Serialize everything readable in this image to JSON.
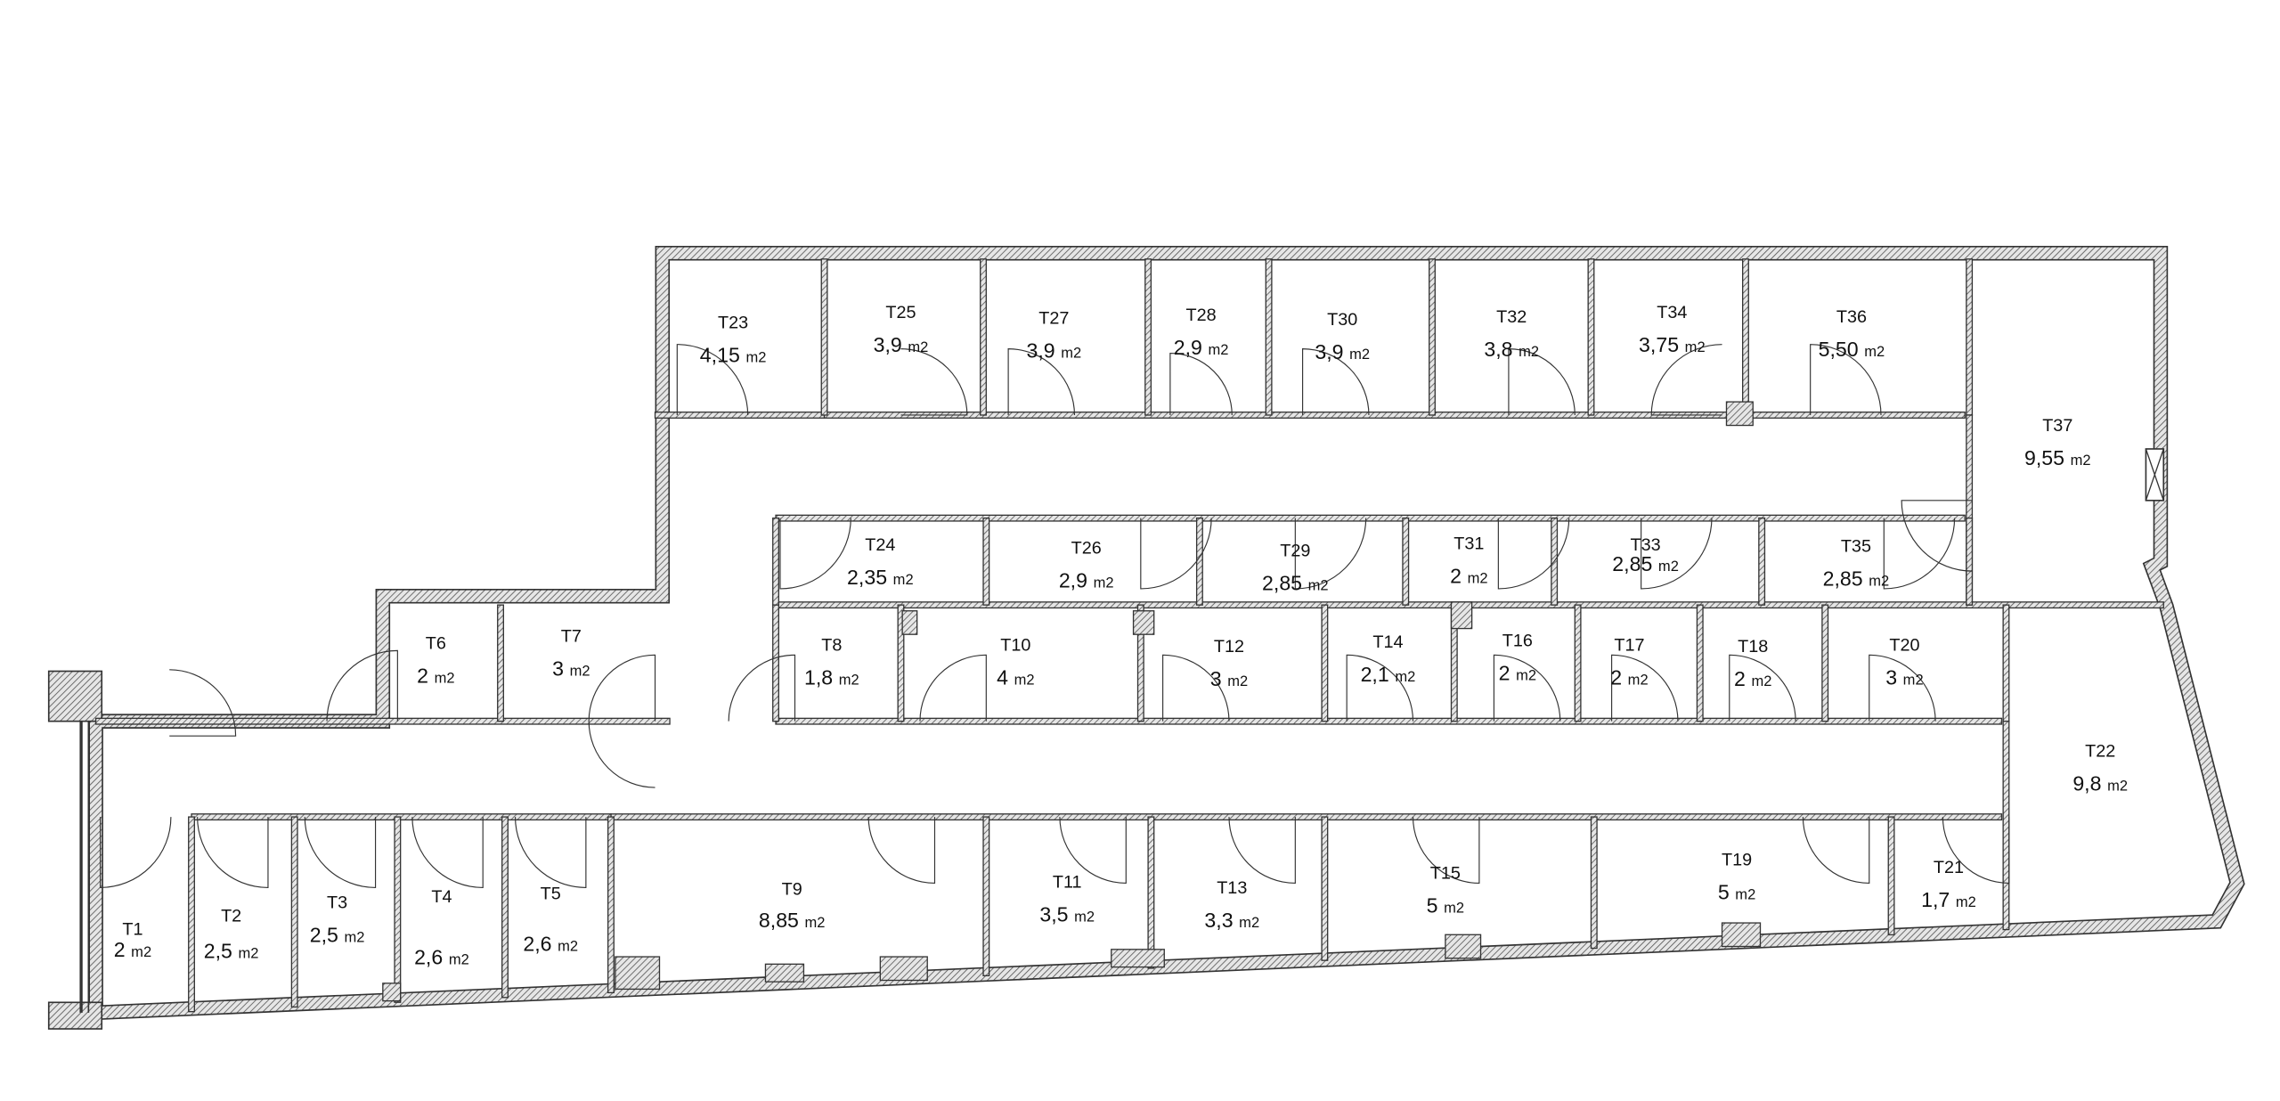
{
  "plan": {
    "rooms": [
      {
        "id": "T1",
        "area": "2",
        "unit": "m2"
      },
      {
        "id": "T2",
        "area": "2,5",
        "unit": "m2"
      },
      {
        "id": "T3",
        "area": "2,5",
        "unit": "m2"
      },
      {
        "id": "T4",
        "area": "2,6",
        "unit": "m2"
      },
      {
        "id": "T5",
        "area": "2,6",
        "unit": "m2"
      },
      {
        "id": "T6",
        "area": "2",
        "unit": "m2"
      },
      {
        "id": "T7",
        "area": "3",
        "unit": "m2"
      },
      {
        "id": "T8",
        "area": "1,8",
        "unit": "m2"
      },
      {
        "id": "T9",
        "area": "8,85",
        "unit": "m2"
      },
      {
        "id": "T10",
        "area": "4",
        "unit": "m2"
      },
      {
        "id": "T11",
        "area": "3,5",
        "unit": "m2"
      },
      {
        "id": "T12",
        "area": "3",
        "unit": "m2"
      },
      {
        "id": "T13",
        "area": "3,3",
        "unit": "m2"
      },
      {
        "id": "T14",
        "area": "2,1",
        "unit": "m2"
      },
      {
        "id": "T15",
        "area": "5",
        "unit": "m2"
      },
      {
        "id": "T16",
        "area": "2",
        "unit": "m2"
      },
      {
        "id": "T17",
        "area": "2",
        "unit": "m2"
      },
      {
        "id": "T18",
        "area": "2",
        "unit": "m2"
      },
      {
        "id": "T19",
        "area": "5",
        "unit": "m2"
      },
      {
        "id": "T20",
        "area": "3",
        "unit": "m2"
      },
      {
        "id": "T21",
        "area": "1,7",
        "unit": "m2"
      },
      {
        "id": "T22",
        "area": "9,8",
        "unit": "m2"
      },
      {
        "id": "T23",
        "area": "4,15",
        "unit": "m2"
      },
      {
        "id": "T24",
        "area": "2,35",
        "unit": "m2"
      },
      {
        "id": "T25",
        "area": "3,9",
        "unit": "m2"
      },
      {
        "id": "T26",
        "area": "2,9",
        "unit": "m2"
      },
      {
        "id": "T27",
        "area": "3,9",
        "unit": "m2"
      },
      {
        "id": "T28",
        "area": "2,9",
        "unit": "m2"
      },
      {
        "id": "T29",
        "area": "2,85",
        "unit": "m2"
      },
      {
        "id": "T30",
        "area": "3,9",
        "unit": "m2"
      },
      {
        "id": "T31",
        "area": "2",
        "unit": "m2"
      },
      {
        "id": "T32",
        "area": "3,8",
        "unit": "m2"
      },
      {
        "id": "T33",
        "area": "2,85",
        "unit": "m2"
      },
      {
        "id": "T34",
        "area": "3,75",
        "unit": "m2"
      },
      {
        "id": "T35",
        "area": "2,85",
        "unit": "m2"
      },
      {
        "id": "T36",
        "area": "5,50",
        "unit": "m2"
      },
      {
        "id": "T37",
        "area": "9,55",
        "unit": "m2"
      }
    ]
  }
}
